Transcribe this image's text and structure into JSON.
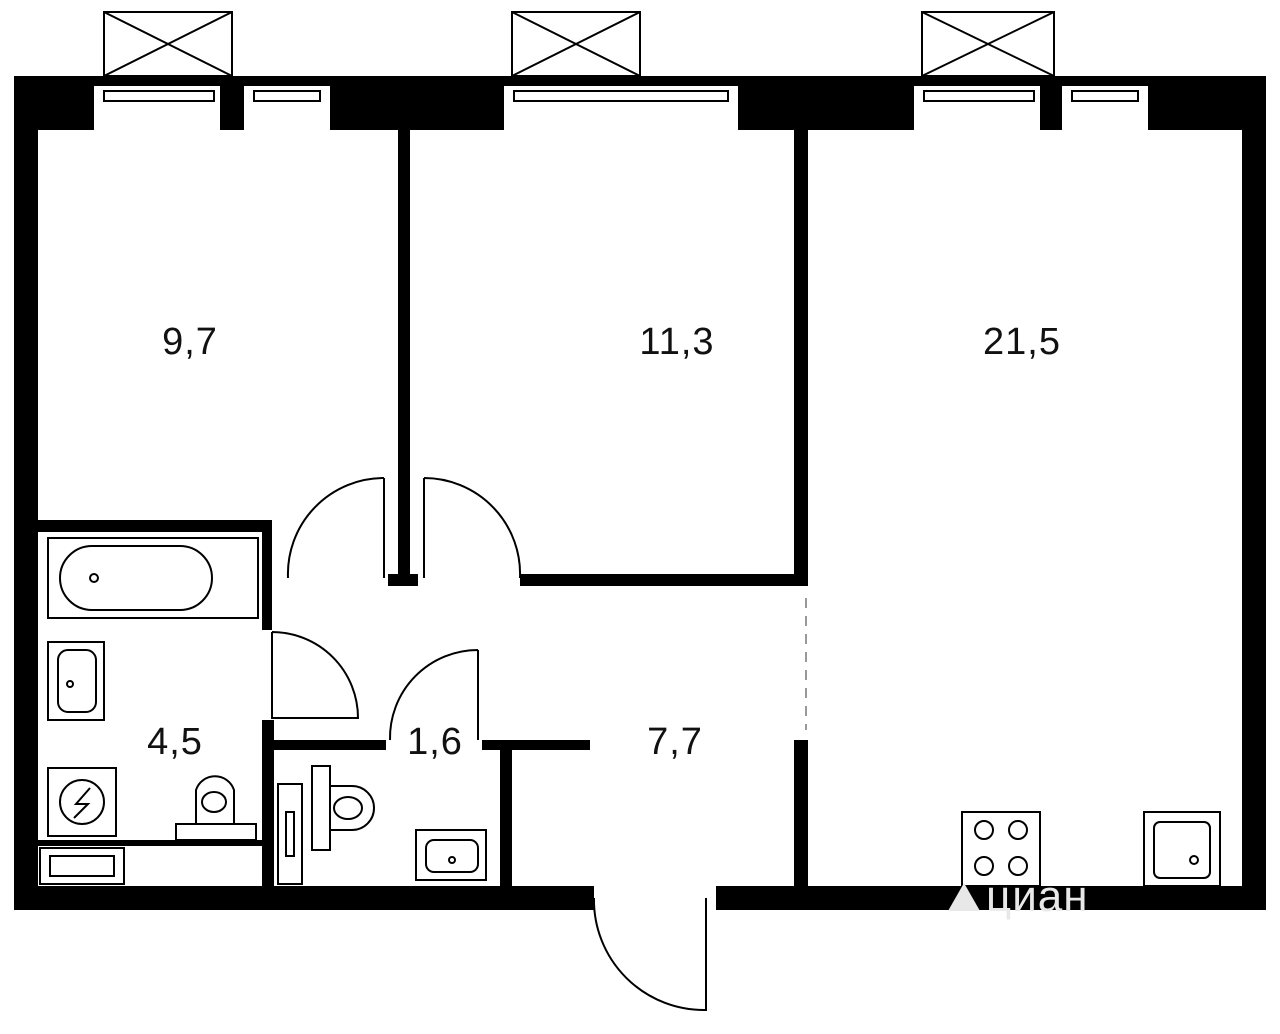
{
  "plan": {
    "wall_color": "#000000",
    "background": "#ffffff",
    "rooms": [
      {
        "id": "bedroom-left",
        "area": "9,7"
      },
      {
        "id": "bedroom-middle",
        "area": "11,3"
      },
      {
        "id": "living-kitchen",
        "area": "21,5"
      },
      {
        "id": "bathroom",
        "area": "4,5"
      },
      {
        "id": "toilet",
        "area": "1,6"
      },
      {
        "id": "hallway",
        "area": "7,7"
      }
    ]
  },
  "watermark": {
    "text": "циан",
    "color": "#e8e8e8"
  }
}
